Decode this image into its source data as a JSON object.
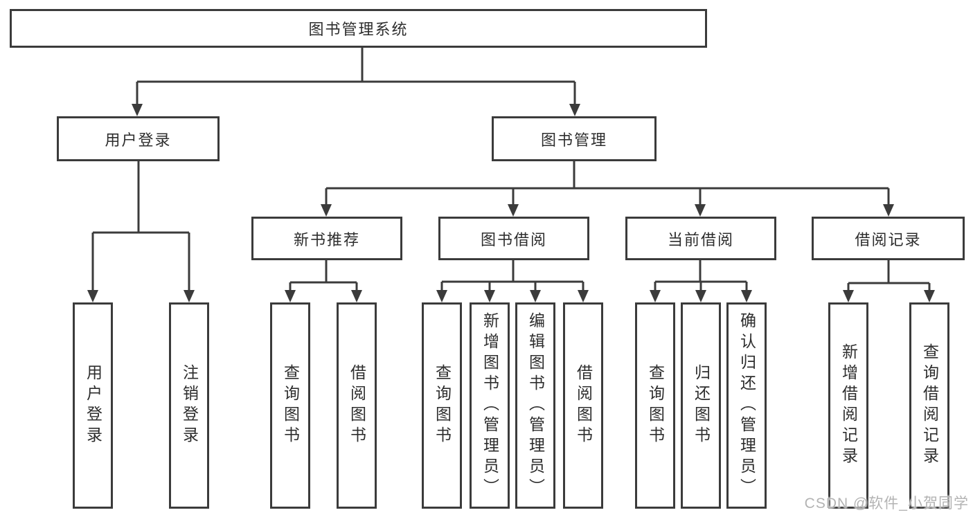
{
  "diagram": {
    "root": {
      "label": "图书管理系统"
    },
    "level2": [
      {
        "label": "用户登录"
      },
      {
        "label": "图书管理"
      }
    ],
    "level3": [
      {
        "label": "新书推荐"
      },
      {
        "label": "图书借阅"
      },
      {
        "label": "当前借阅"
      },
      {
        "label": "借阅记录"
      }
    ],
    "leaves": {
      "user_login": [
        "用户登录",
        "注销登录"
      ],
      "new_book": [
        "查询图书",
        "借阅图书"
      ],
      "book_borrow": [
        "查询图书",
        "新增图书（管理员）",
        "编辑图书（管理员）",
        "借阅图书"
      ],
      "current_borrow": [
        "查询图书",
        "归还图书",
        "确认归还（管理员）"
      ],
      "borrow_records": [
        "新增借阅记录",
        "查询借阅记录"
      ]
    }
  },
  "watermark": "CSDN @软件_小贺同学",
  "colors": {
    "line": "#3b3b3b",
    "text": "#2d2d2d",
    "watermark": "#b3b3b3",
    "background": "#ffffff"
  }
}
